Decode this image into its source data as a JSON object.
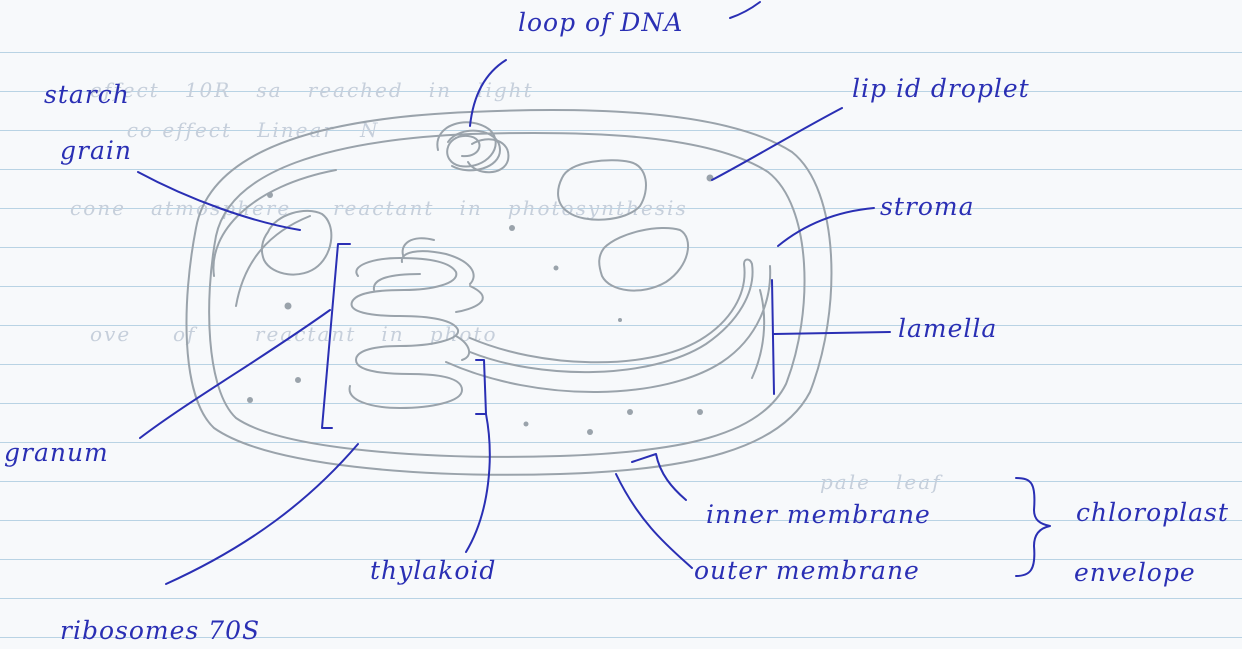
{
  "labels": {
    "loop_of_dna": "loop of DNA",
    "starch": "starch",
    "grain": "grain",
    "lipid_droplet": "lip id droplet",
    "stroma": "stroma",
    "lamella": "lamella",
    "granum": "granum",
    "thylakoid": "thylakoid",
    "inner_membrane": "inner membrane",
    "outer_membrane": "outer membrane",
    "chloroplast": "chloroplast",
    "envelope": "envelope",
    "ribosomes": "ribosomes 70S"
  },
  "colors": {
    "ink": "#2a2fb4",
    "pencil": "#9aa3ab",
    "ruled_line": "#b9d3e4",
    "paper": "#f7f9fb"
  }
}
